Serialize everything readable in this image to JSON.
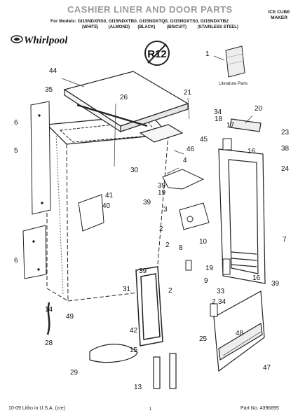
{
  "header": {
    "title": "CASHIER LINER AND DOOR PARTS",
    "models": "For Models: GI15NDXRS0, GI15NDXTB0, GI15NDXTQ0, GI15NDXTS0, GI15NDXTB2",
    "colors": [
      "(WHITE)",
      "(ALMOND)",
      "(BLACK)",
      "(BISCUIT)",
      "(STAINLESS STEEL)"
    ],
    "product_type_line1": "ICE CUBE",
    "product_type_line2": "MAKER",
    "brand": "Whirlpool",
    "badge": "R12"
  },
  "literature_label": "Literature Parts",
  "footer": {
    "left": "10-09 Litho in U.S.A. (cre)",
    "page": "1",
    "part_no": "Part No. 4396895"
  },
  "callouts": [
    "1",
    "2",
    "2",
    "2",
    "2",
    "3",
    "4",
    "5",
    "6",
    "6",
    "7",
    "8",
    "9",
    "10",
    "13",
    "14",
    "15",
    "16",
    "16",
    "17",
    "18",
    "19",
    "19",
    "20",
    "21",
    "23",
    "24",
    "25",
    "26",
    "28",
    "29",
    "30",
    "31",
    "33",
    "34",
    "34",
    "35",
    "38",
    "39",
    "39",
    "39",
    "39",
    "40",
    "41",
    "42",
    "44",
    "45",
    "46",
    "47",
    "48",
    "49"
  ],
  "colors": {
    "line": "#222222",
    "title_gray": "#9a9a9a"
  }
}
